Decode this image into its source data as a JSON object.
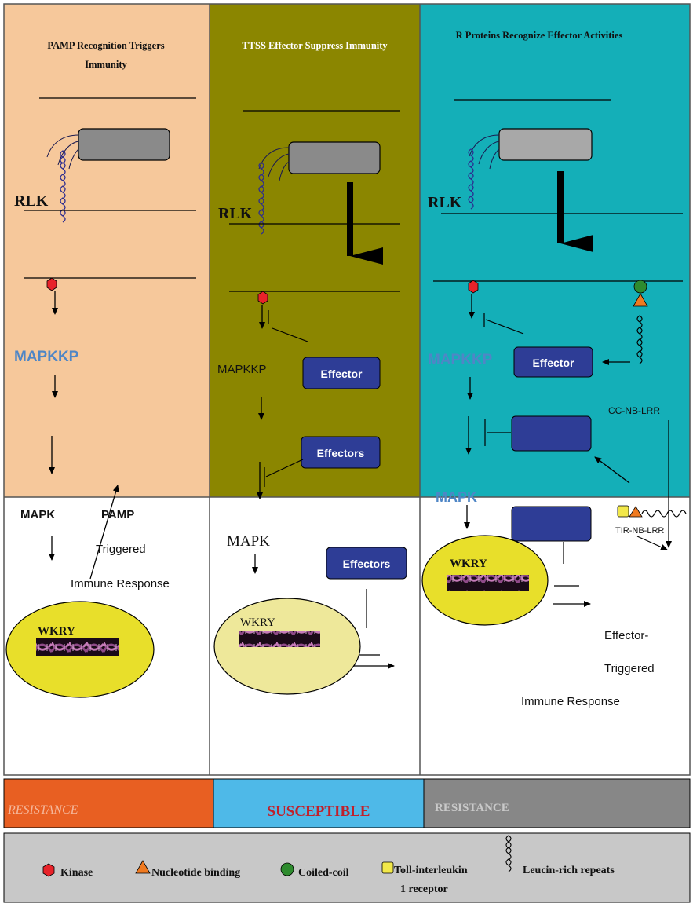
{
  "colors": {
    "panel1_top": "#f6c89b",
    "panel2_top": "#8b8600",
    "panel3_top": "#14afb8",
    "effector_box": "#2e3d96",
    "receptor_box": "#8a8a8a",
    "nucleus": "#e8df2a",
    "nucleus_pale": "#eee89a",
    "kinase": "#e8232a",
    "nucleotide": "#f07a20",
    "coiledcoil": "#2e8b2e",
    "toll": "#f2e84a",
    "mapkkp_blue": "#4f86c6",
    "resistance_orange": "#e85f22",
    "susceptible_blue": "#4eb9e8",
    "resistance_gray": "#878787",
    "susceptible_text": "#c0202b",
    "legend_bg": "#c8c8c8"
  },
  "panels": [
    {
      "title": "PAMP Recognition Triggers Immunity",
      "rlk": "RLK",
      "mapkkp": "MAPKKP",
      "mapk": "MAPK",
      "pamp": "PAMP",
      "triggered": "Triggered",
      "immune_response": "Immune Response",
      "wkry": "WKRY"
    },
    {
      "title": "TTSS Effector Suppress Immunity",
      "rlk": "RLK",
      "mapkkp": "MAPKKP",
      "effector": "Effector",
      "effectors_mid": "Effectors",
      "mapk": "MAPK",
      "effectors_low": "Effectors",
      "wkry": "WKRY"
    },
    {
      "title": "R Proteins Recognize Effector Activities",
      "rlk": "RLK",
      "mapkkp": "MAPKKP",
      "effector": "Effector",
      "cc_nb_lrr": "CC-NB-LRR",
      "mapk": "MAPK",
      "tir_nb_lrr": "TIR-NB-LRR",
      "wkry": "WKRY",
      "effector_triggered_1": "Effector-",
      "effector_triggered_2": "Triggered",
      "immune_response": "Immune Response"
    }
  ],
  "outcomes": [
    "RESISTANCE",
    "SUSCEPTIBLE",
    "RESISTANCE"
  ],
  "legend": {
    "kinase": "Kinase",
    "nucleotide": "Nucleotide binding",
    "coiledcoil": "Coiled-coil",
    "toll_1": "Toll-interleukin",
    "toll_2": "1 receptor",
    "leucine": "Leucin-rich repeats"
  }
}
